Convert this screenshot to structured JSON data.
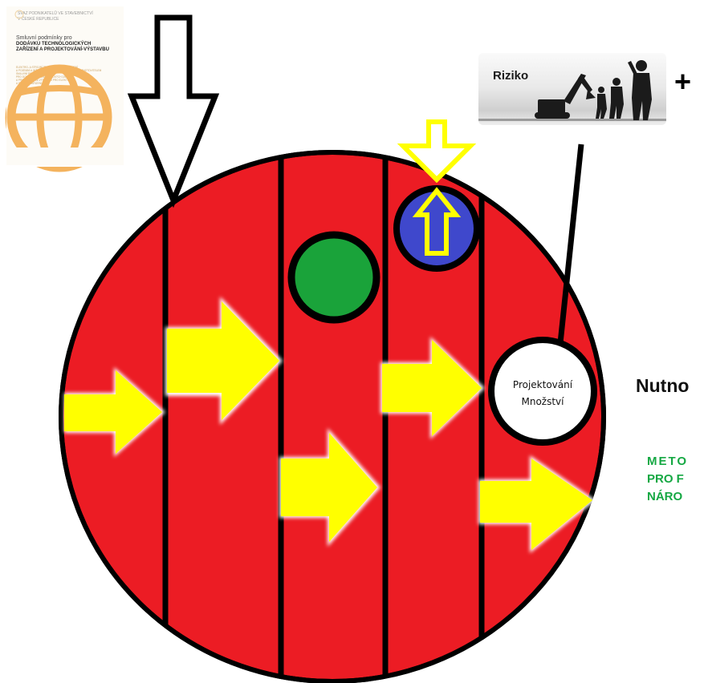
{
  "cover": {
    "tiny_line_1": "SVAZ PODNIKATELŮ VE STAVEBNICTVÍ",
    "tiny_line_2": "V ČESKÉ REPUBLICE",
    "subtitle": "Smluvní podmínky pro",
    "title_line_1": "DODÁVKU TECHNOLOGICKÝCH",
    "title_line_2": "ZAŘÍZENÍ A PROJEKTOVÁNÍ-VÝSTAVBU",
    "bullets": [
      "ELEKTRO- A STROJNÍ TECHNOLOGICKÁ ZAŘÍZENÍ",
      "A POZEMNÍ A INŽENÝRSKÉ STAVBY PROJEKTOVANÉ ZHOTOVITELEM",
      "SMLUVNÍ PODMÍNKY",
      "PRO DODÁVKU TECHNOLOGICKÝCH ZAŘÍZENÍ",
      "A PROJEKTOVÁNÍ-VÝSTAVBU PRO ELEKTRO",
      "A STROJNÍ ZAŘÍZENÍ"
    ]
  },
  "risk_panel": {
    "label": "Riziko"
  },
  "plus_sign": "+",
  "circle_label": {
    "line1": "Projektování",
    "line2": "Množství"
  },
  "right_title": "Nutno",
  "method_text": {
    "line1": "METO",
    "line2": "PRO F",
    "line3": "NÁRO"
  },
  "colors": {
    "disc_red": "#ec1c24",
    "arrow_yellow": "#ffff00",
    "green_dot": "#1aa33a",
    "blue_dot": "#3f48cc",
    "logo_orange": "#f4b35e",
    "method_green": "#15a843"
  }
}
